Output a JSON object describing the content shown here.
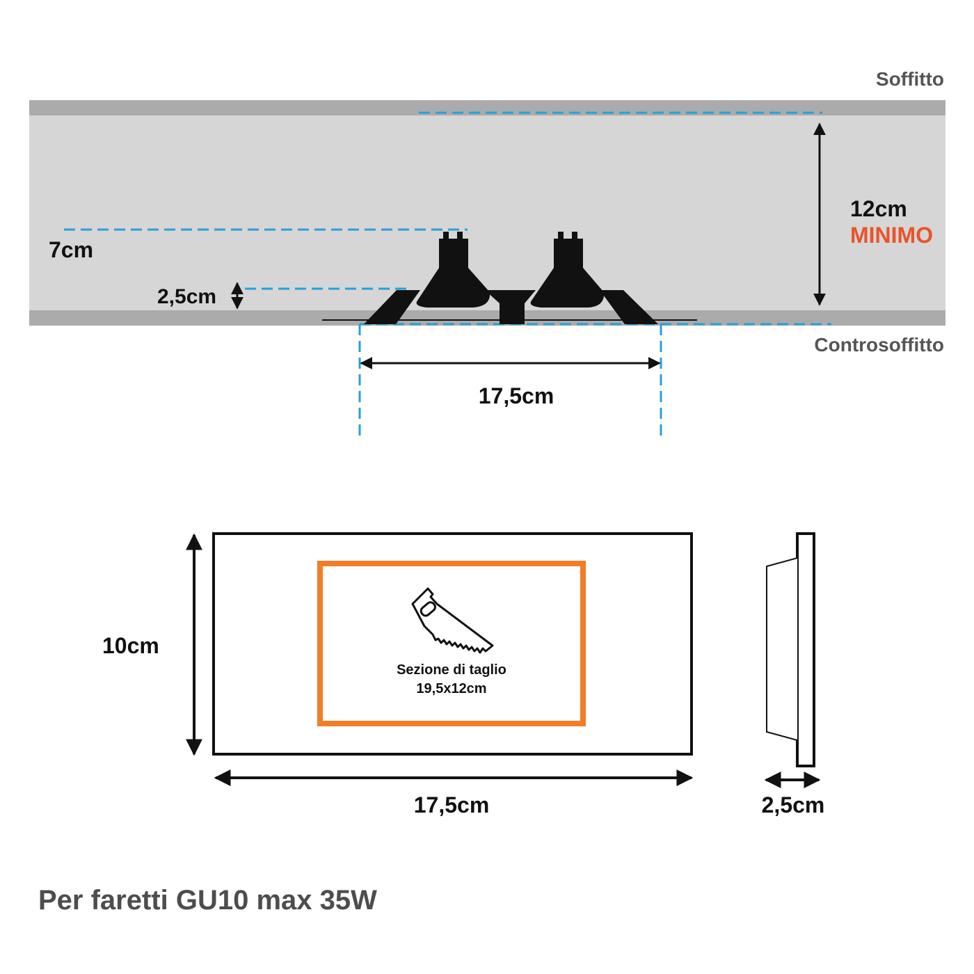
{
  "labels": {
    "ceiling": "Soffitto",
    "false_ceiling": "Controsoffitto",
    "depth_value": "12cm",
    "depth_minimum": "MINIMO",
    "lamp_height": "7cm",
    "frame_height": "2,5cm",
    "cutout_width_top": "17,5cm",
    "front_height": "10cm",
    "front_width": "17,5cm",
    "side_depth": "2,5cm",
    "cut_section_title": "Sezione di taglio",
    "cut_section_size": "19,5x12cm"
  },
  "footer": {
    "text": "Per faretti GU10 max 35W"
  },
  "colors": {
    "ceiling_band": "#ababab",
    "cavity": "#d6d6d6",
    "dashed_guide": "#2a9fd8",
    "accent_orange": "#f07d28",
    "minimo_text": "#e8542a",
    "label_grey": "#555555",
    "ink": "#111111"
  },
  "icons": {
    "cut_tool": "hand-saw-icon"
  }
}
